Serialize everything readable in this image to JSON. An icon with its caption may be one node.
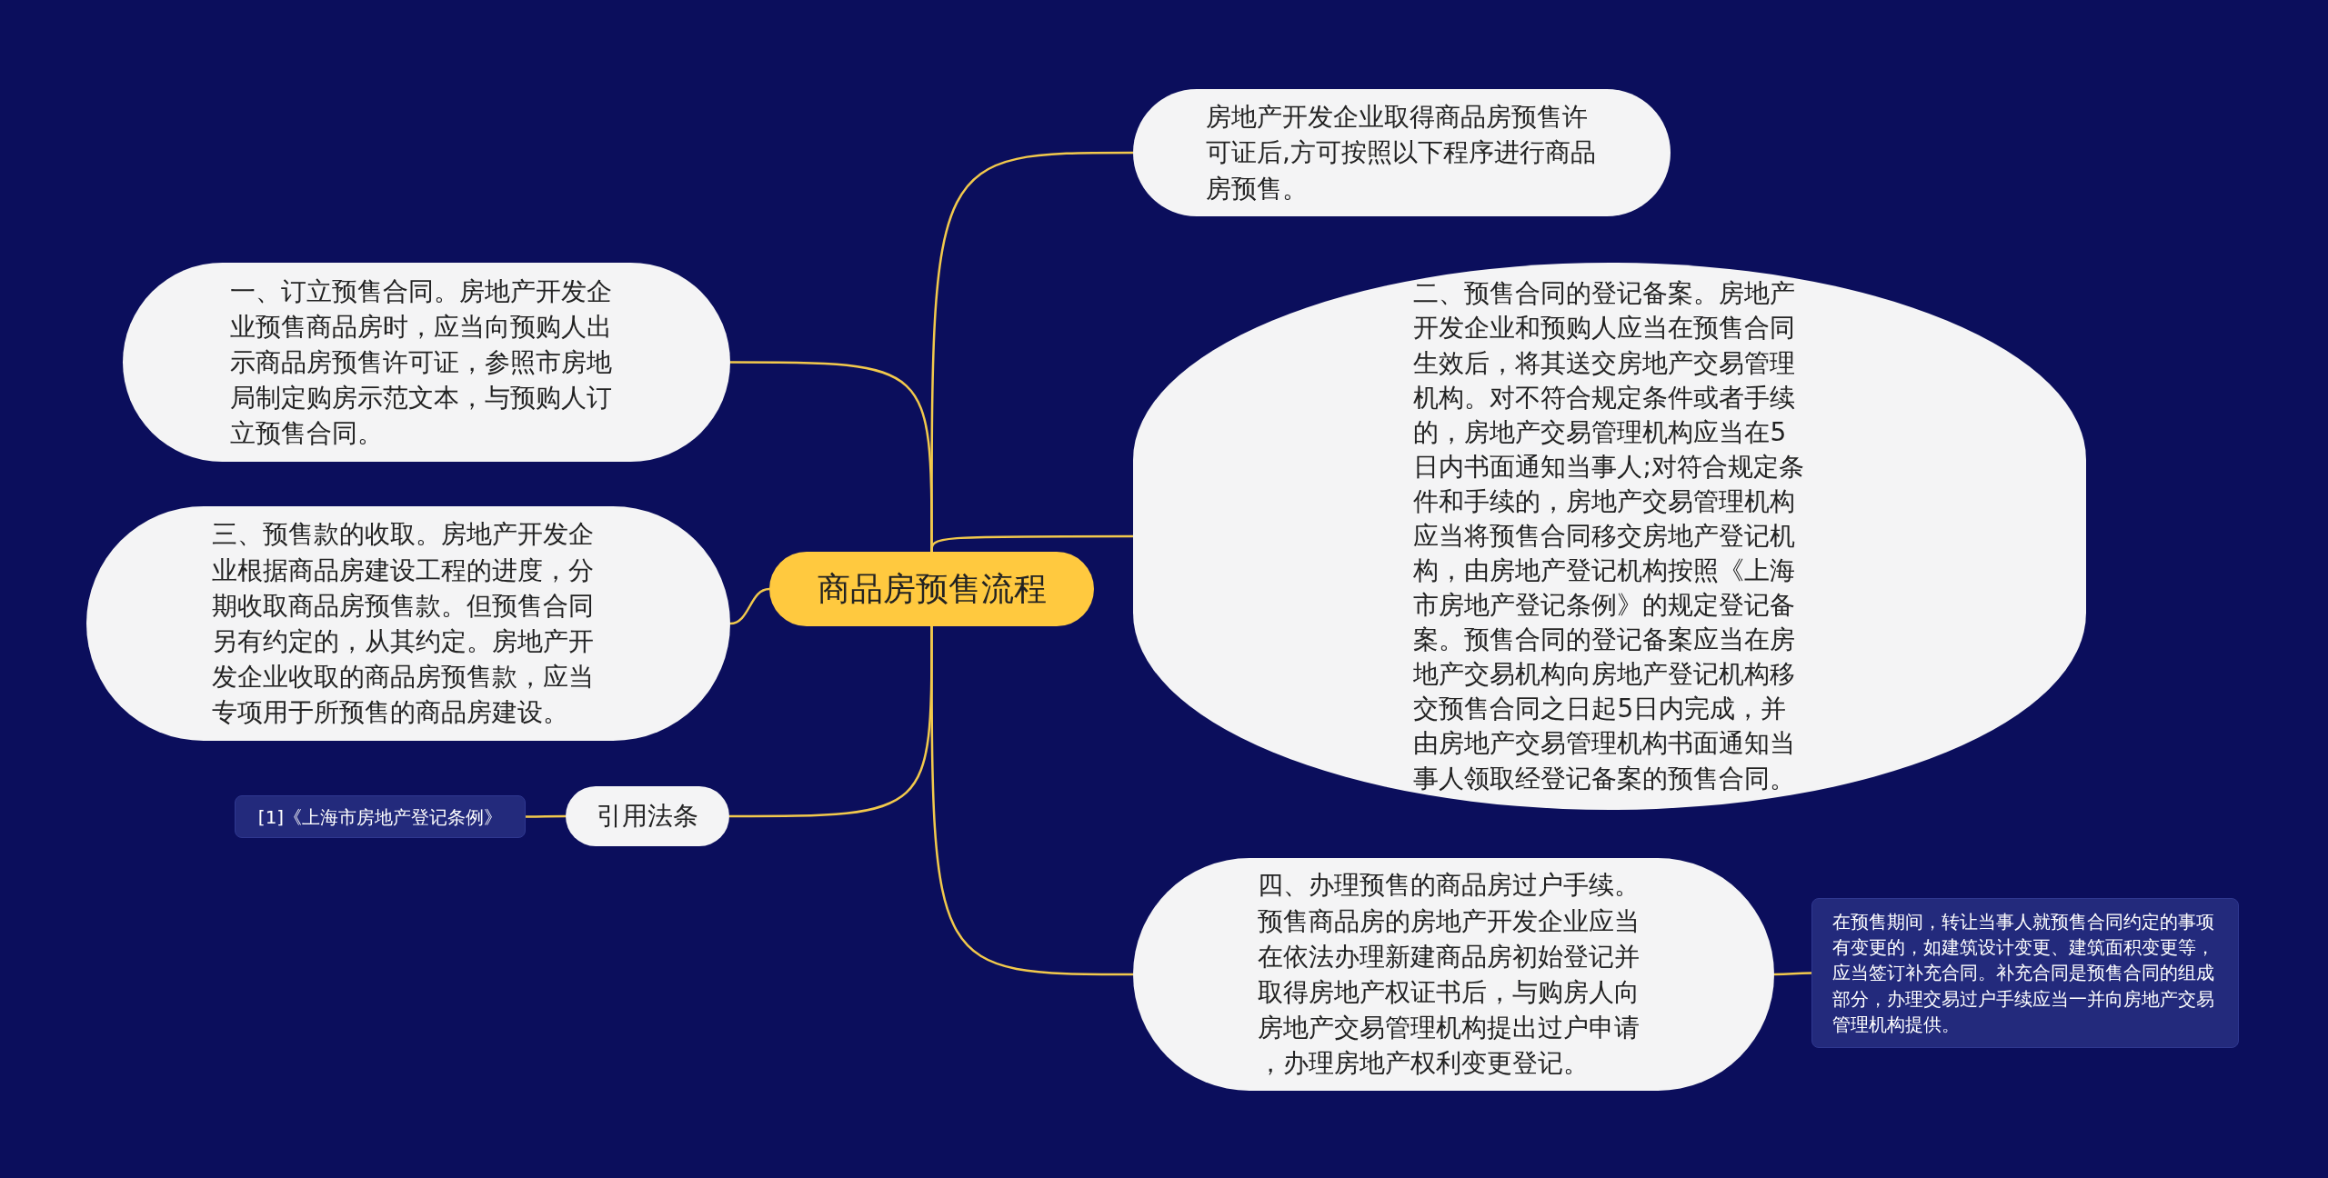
{
  "diagram": {
    "nodes": [
      {
        "text": [
          "商品房预售流程"
        ]
      },
      {
        "text": [
          "房地产开发企业取得商品房预售许可证后,方可按照以下程序进行商品房预售。"
        ]
      },
      {
        "text": [
          "一、订立预售合同。房地产开发企业预售商品房时，应当向预购人出示商品房预售许可证，参照市房地局制定购房示范文本，与预购人订立预售合同。"
        ]
      },
      {
        "text": [
          "二、预售合同的登记备案。房地产开发企业和预购人应当在预售合同生效后，将其送交房地产交易管理机构。对不符合规定条件或者手续的，房地产交易管理机构应当在5日内书面通知当事人;对符合规定条件和手续的，房地产交易管理机构应当将预售合同移交房地产登记机构，由房地产登记机构按照《上海市房地产登记条例》的规定登记备案。预售合同的登记备案应当在房地产交易机构向房地产登记机构移交预售合同之日起5日内完成，并由房地产交易管理机构书面通知当事人领取经登记备案的预售合同。"
        ]
      },
      {
        "text": [
          "三、预售款的收取。房地产开发企业根据商品房建设工程的进度，分期收取商品房预售款。但预售合同另有约定的，从其约定。房地产开发企业收取的商品房预售款，应当专项用于所预售的商品房建设。"
        ]
      },
      {
        "text": [
          "引用法条"
        ]
      },
      {
        "text": [
          "[1]《上海市房地产登记条例》"
        ]
      },
      {
        "text": [
          "四、办理预售的商品房过户手续。预售商品房的房地产开发企业应当在依法办理新建商品房初始登记并取得房地产权证书后，与购房人向房地产交易管理机构提出过户申请，办理房地产权利变更登记。"
        ]
      },
      {
        "text": [
          "在预售期间，转让当事人就预售合同约定的事项有变更的，如建筑设计变更、建筑面积变更等，应当签订补充合同。补充合同是预售合同的组成部分，办理交易过户手续应当一并向房地产交易管理机构提供。"
        ]
      }
    ],
    "edges": [
      {
        "from": 0,
        "to": 1,
        "arrow": "none"
      },
      {
        "from": 0,
        "to": 2,
        "arrow": "none"
      },
      {
        "from": 0,
        "to": 3,
        "arrow": "none"
      },
      {
        "from": 0,
        "to": 4,
        "arrow": "none"
      },
      {
        "from": 0,
        "to": 5,
        "arrow": "none"
      },
      {
        "from": 5,
        "to": 6,
        "arrow": "none"
      },
      {
        "from": 0,
        "to": 7,
        "arrow": "none"
      },
      {
        "from": 7,
        "to": 8,
        "arrow": "none"
      }
    ]
  }
}
